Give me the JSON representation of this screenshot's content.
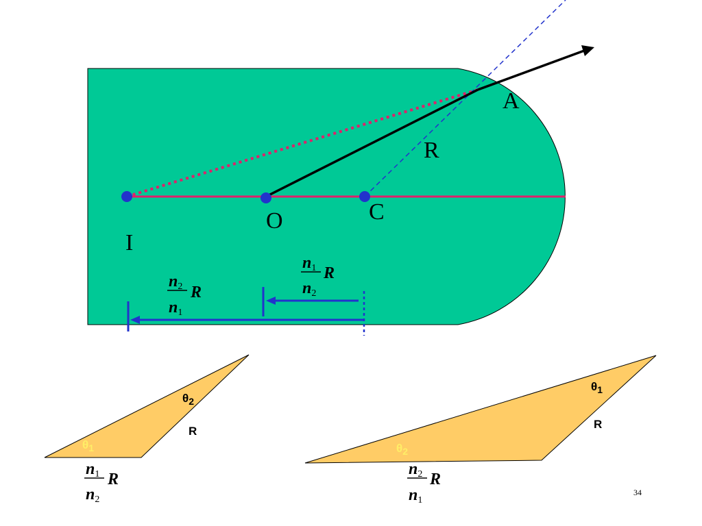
{
  "colors": {
    "glass": "#00c996",
    "axis": "#e0206b",
    "point": "#2233cc",
    "blue_line": "#2233cc",
    "ray": "#000000",
    "triangle": "#ffcc66",
    "theta_highlight": "#ffee66"
  },
  "labels": {
    "A": "A",
    "R_main": "R",
    "I": "I",
    "O": "O",
    "C": "C"
  },
  "fractions": {
    "n2_over_n1": {
      "num_n": "n",
      "num_sub": "2",
      "den_n": "n",
      "den_sub": "1",
      "R": "R"
    },
    "n1_over_n2": {
      "num_n": "n",
      "num_sub": "1",
      "den_n": "n",
      "den_sub": "2",
      "R": "R"
    }
  },
  "triangles": {
    "left": {
      "theta_top": "θ",
      "theta_top_sub": "2",
      "theta_bottom": "θ",
      "theta_bottom_sub": "1",
      "side_R": "R"
    },
    "right": {
      "theta_top": "θ",
      "theta_top_sub": "1",
      "theta_bottom": "θ",
      "theta_bottom_sub": "2",
      "side_R": "R"
    }
  },
  "page_number": "34"
}
